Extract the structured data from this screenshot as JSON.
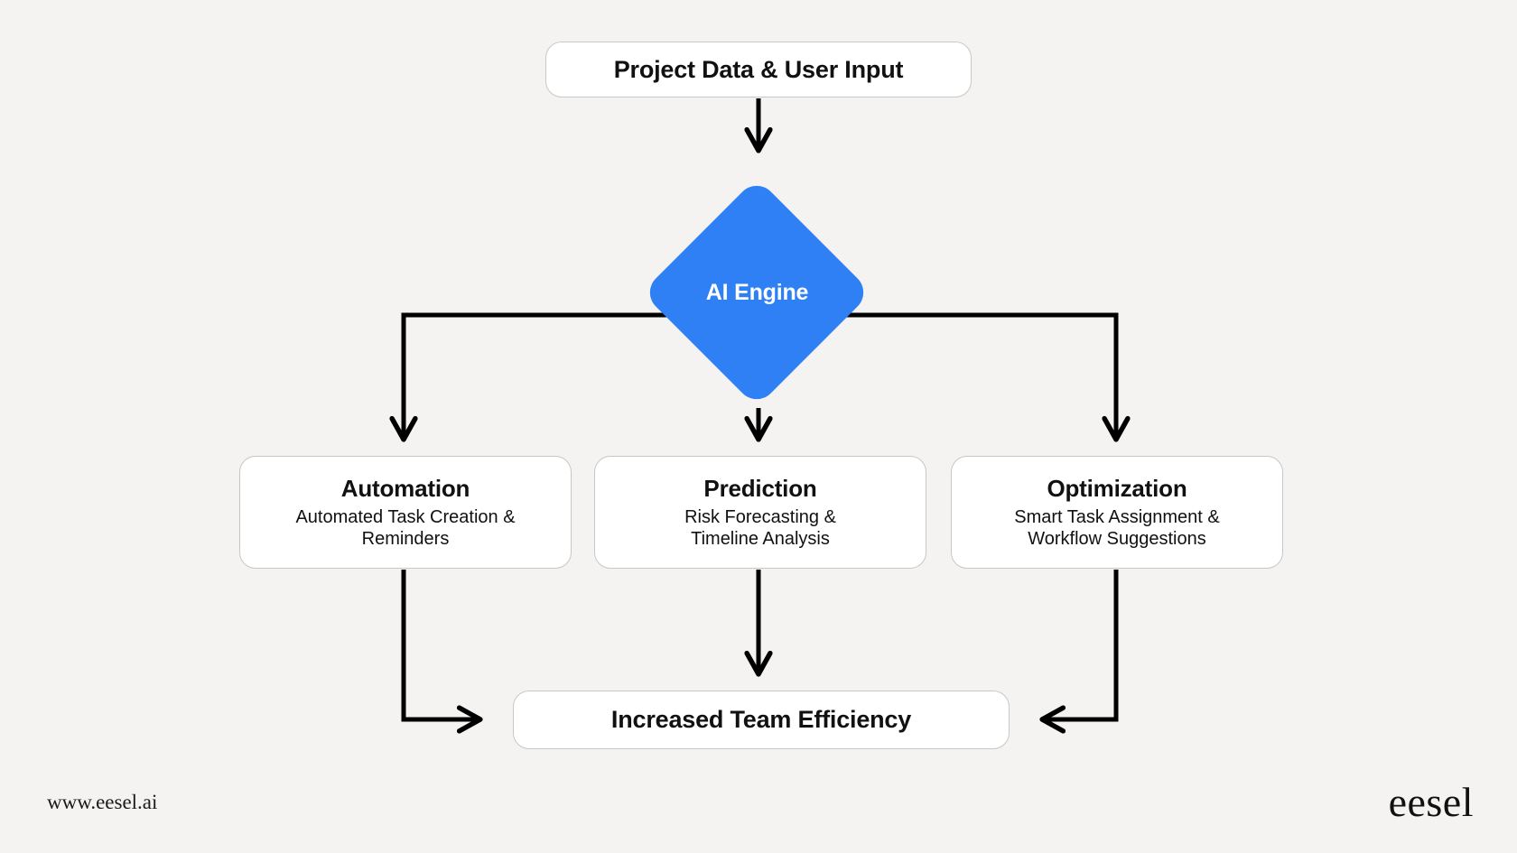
{
  "page": {
    "background_color": "#F4F3F1",
    "accent_color": "#2F80F5",
    "line_color": "#000000",
    "node_fill": "#FFFFFF",
    "node_border": "#C8C7C5"
  },
  "nodes": {
    "input": {
      "title": "Project Data & User Input"
    },
    "engine": {
      "title": "AI Engine"
    },
    "automation": {
      "title": "Automation",
      "subtitle_line1": "Automated Task Creation &",
      "subtitle_line2": "Reminders"
    },
    "prediction": {
      "title": "Prediction",
      "subtitle_line1": "Risk Forecasting &",
      "subtitle_line2": "Timeline Analysis"
    },
    "optimization": {
      "title": "Optimization",
      "subtitle_line1": "Smart Task Assignment &",
      "subtitle_line2": "Workflow Suggestions"
    },
    "outcome": {
      "title": "Increased Team Efficiency"
    }
  },
  "footer": {
    "url": "www.eesel.ai",
    "logo": "eesel"
  },
  "chart_data": {
    "type": "diagram",
    "diagram_kind": "flowchart",
    "title": "AI Engine project workflow",
    "nodes": [
      {
        "id": "input",
        "label": "Project Data & User Input",
        "shape": "rounded-rect",
        "level": 0
      },
      {
        "id": "engine",
        "label": "AI Engine",
        "shape": "diamond",
        "level": 1
      },
      {
        "id": "automation",
        "label": "Automation",
        "shape": "rounded-rect",
        "level": 2
      },
      {
        "id": "prediction",
        "label": "Prediction",
        "shape": "rounded-rect",
        "level": 2
      },
      {
        "id": "optimization",
        "label": "Optimization",
        "shape": "rounded-rect",
        "level": 2
      },
      {
        "id": "outcome",
        "label": "Increased Team Efficiency",
        "shape": "rounded-rect",
        "level": 3
      }
    ],
    "edges": [
      {
        "from": "input",
        "to": "engine",
        "style": "straight-down"
      },
      {
        "from": "engine",
        "to": "automation",
        "style": "elbow-left"
      },
      {
        "from": "engine",
        "to": "prediction",
        "style": "straight-down"
      },
      {
        "from": "engine",
        "to": "optimization",
        "style": "elbow-right"
      },
      {
        "from": "automation",
        "to": "outcome",
        "style": "elbow-down-right"
      },
      {
        "from": "prediction",
        "to": "outcome",
        "style": "straight-down"
      },
      {
        "from": "optimization",
        "to": "outcome",
        "style": "elbow-down-left"
      }
    ]
  }
}
